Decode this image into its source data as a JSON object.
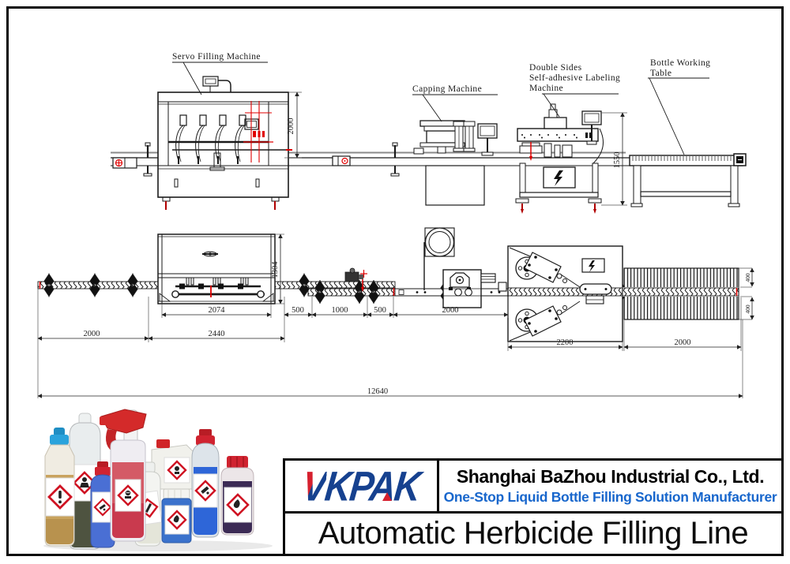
{
  "drawing": {
    "label_servo": "Servo Filling Machine",
    "label_capping": "Capping Machine",
    "label_labeling_1": "Double Sides",
    "label_labeling_2": "Self-adhesive Labeling",
    "label_labeling_3": "Machine",
    "label_table_1": "Bottle Working",
    "label_table_2": "Table",
    "dim_filler_height": "2000",
    "dim_labeler_height": "1550",
    "dim_filler_depth": "1304",
    "dim_filler_width": "2074",
    "dim_filler_frame": "2440",
    "dim_infeed": "2000",
    "dim_gap_a": "500",
    "dim_coder": "1000",
    "dim_gap_b": "500",
    "dim_capper": "2000",
    "dim_labeler_len": "2200",
    "dim_table_len": "2000",
    "dim_table_up": "400",
    "dim_table_low": "400",
    "dim_total": "12640"
  },
  "titleblock": {
    "logo_v": "V",
    "logo_rest": "KPAK",
    "company": "Shanghai BaZhou Industrial Co., Ltd.",
    "tagline": "One-Stop Liquid Bottle Filling Solution Manufacturer",
    "product_title": "Automatic Herbicide Filling Line"
  },
  "colors": {
    "brand_blue": "#16418f",
    "brand_red": "#d6202e",
    "tagline_blue": "#1766cc",
    "drawing_red": "#e00000"
  }
}
